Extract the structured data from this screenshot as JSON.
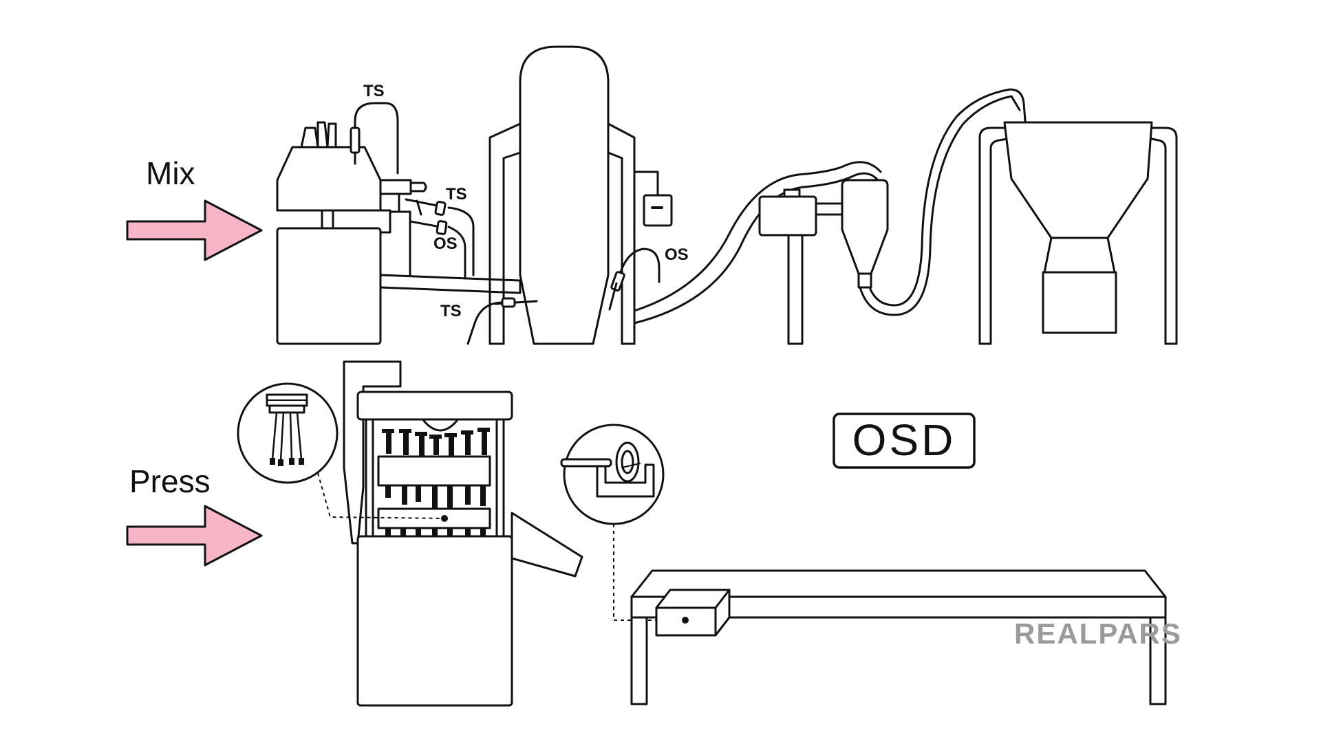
{
  "labels": {
    "mix": "Mix",
    "press": "Press",
    "osd": "OSD",
    "ts_1": "TS",
    "ts_2": "TS",
    "os_1": "OS",
    "os_2": "OS",
    "ts_3": "TS"
  },
  "brand": {
    "logo_text": "REALPARS"
  },
  "colors": {
    "arrow_fill": "#f7b6c8",
    "line": "#111111",
    "logo": "#9a9a9a"
  },
  "icons": {
    "input_arrow": "right-arrow-icon"
  }
}
